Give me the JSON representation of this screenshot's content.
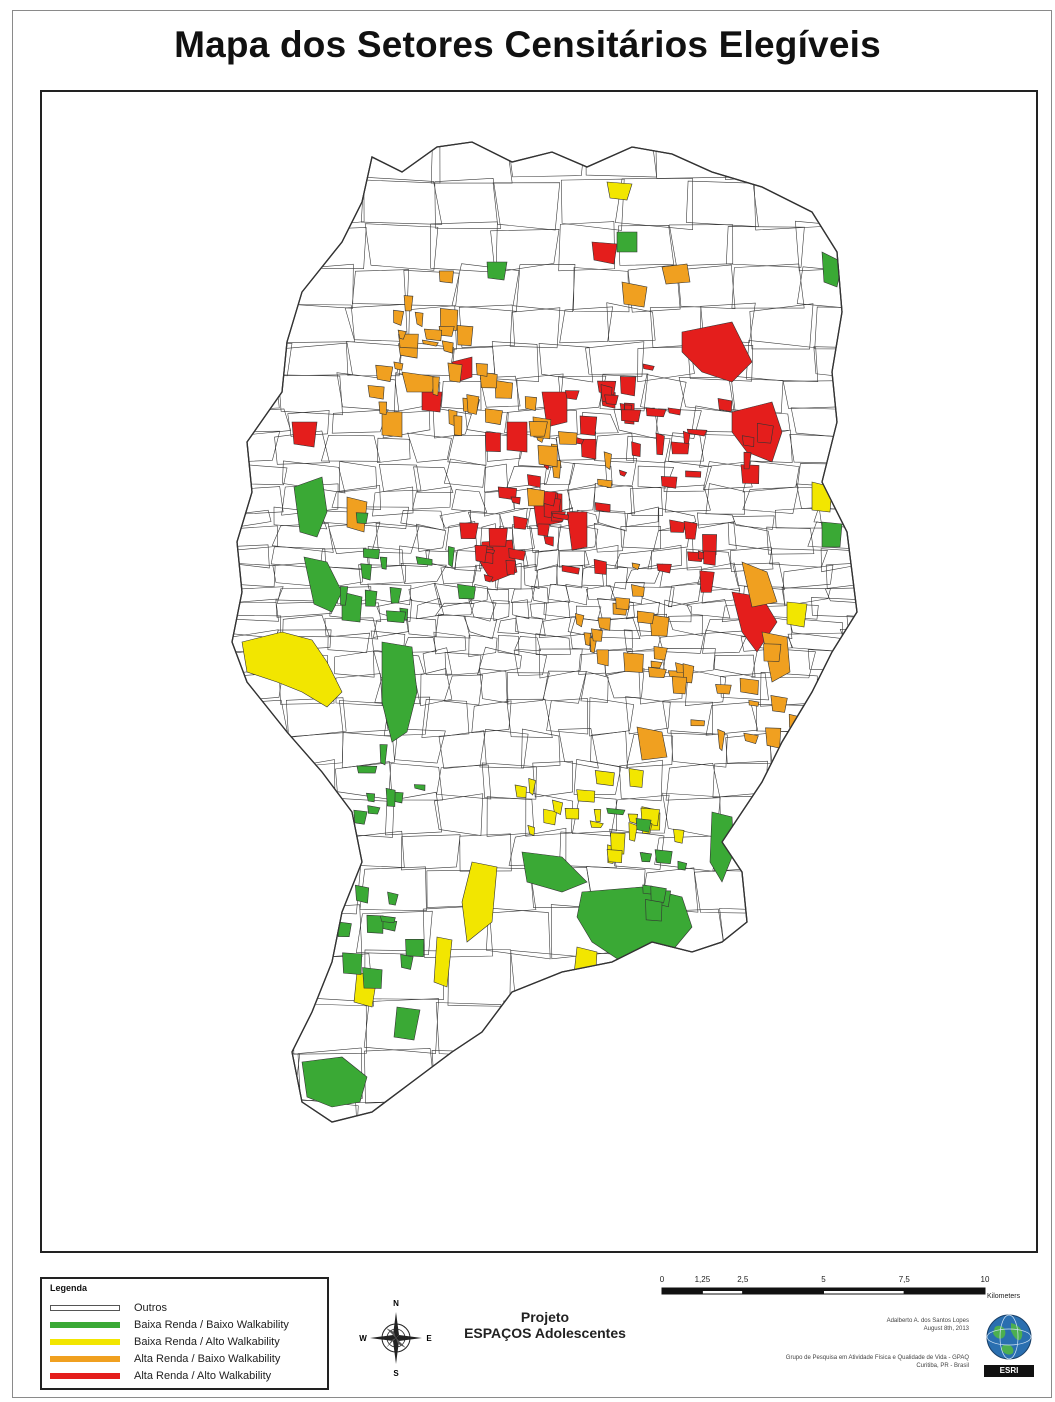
{
  "title": "Mapa dos Setores Censitários Elegíveis",
  "colors": {
    "outros": "#ffffff",
    "baixa_baixo": "#3aa935",
    "baixa_alto": "#f2e600",
    "alta_baixo": "#f0a020",
    "alta_alto": "#e41e1c"
  },
  "legend": {
    "title": "Legenda",
    "items": [
      {
        "label": "Outros",
        "color": "#ffffff"
      },
      {
        "label": "Baixa Renda / Baixo Walkability",
        "color": "#3aa935"
      },
      {
        "label": "Baixa Renda / Alto Walkability",
        "color": "#f2e600"
      },
      {
        "label": "Alta Renda / Baixo Walkability",
        "color": "#f0a020"
      },
      {
        "label": "Alta Renda / Alto Walkability",
        "color": "#e41e1c"
      }
    ]
  },
  "compass": {
    "n": "N",
    "s": "S",
    "e": "E",
    "w": "W"
  },
  "project": {
    "line1": "Projeto",
    "line2": "ESPAÇOS Adolescentes"
  },
  "scale": {
    "ticks": [
      "0",
      "1,25",
      "2,5",
      "5",
      "7,5",
      "10"
    ],
    "tick_values_km": [
      0,
      1.25,
      2.5,
      5,
      7.5,
      10
    ],
    "unit": "Kilometers"
  },
  "credits": {
    "author": "Adalberto A. dos Santos Lopes",
    "date": "August 8th, 2013",
    "group": "Grupo de Pesquisa em Atividade Física e Qualidade de Vida - GPAQ",
    "place": "Curitiba, PR - Brasil",
    "logo": "ESRI"
  }
}
